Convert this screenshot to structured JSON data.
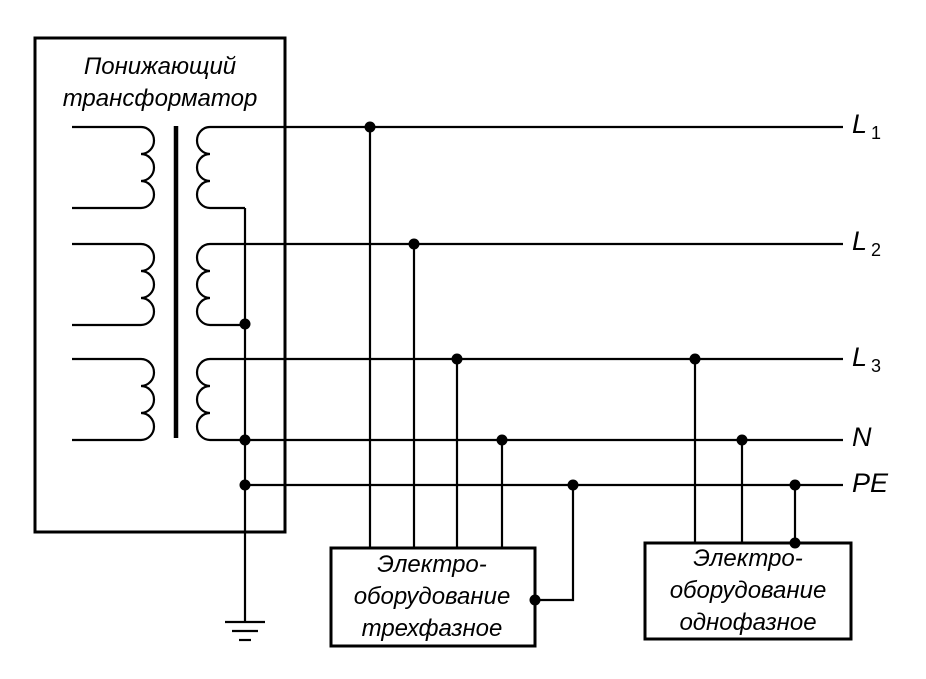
{
  "transformer": {
    "title_line1": "Понижающий",
    "title_line2": "трансформатор"
  },
  "buses": {
    "l1": {
      "letter": "L",
      "index": "1"
    },
    "l2": {
      "letter": "L",
      "index": "2"
    },
    "l3": {
      "letter": "L",
      "index": "3"
    },
    "n": {
      "letter": "N"
    },
    "pe": {
      "letter": "PE"
    }
  },
  "three_phase_equipment": {
    "line1": "Электро-",
    "line2": "оборудование",
    "line3": "трехфазное"
  },
  "single_phase_equipment": {
    "line1": "Электро-",
    "line2": "оборудование",
    "line3": "однофазное"
  }
}
